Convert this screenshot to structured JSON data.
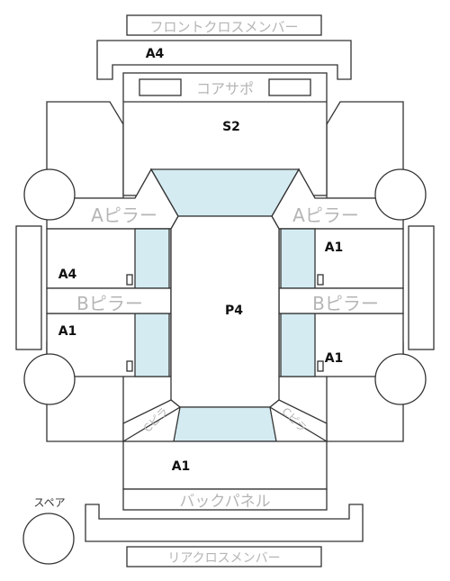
{
  "parts": {
    "front_cross_member": "フロントクロスメンバー",
    "core_support": "コアサポ",
    "a_pillar_left": "Aピラー",
    "a_pillar_right": "Aピラー",
    "b_pillar_left": "Bピラー",
    "b_pillar_right": "Bピラー",
    "c_pillar_left": "Cピラ",
    "c_pillar_right": "Cピラ",
    "back_panel": "バックパネル",
    "rear_cross_member": "リアクロスメンバー",
    "spare": "スペア"
  },
  "grades": {
    "front": "A4",
    "hood": "S2",
    "roof": "P4",
    "front_left_door": "A4",
    "rear_left_door": "A1",
    "front_right_door": "A1",
    "rear_right_door": "A1",
    "trunk": "A1"
  },
  "colors": {
    "glass": "#d4ebf2",
    "outline": "#333333",
    "part_label": "#b5b5b5"
  }
}
